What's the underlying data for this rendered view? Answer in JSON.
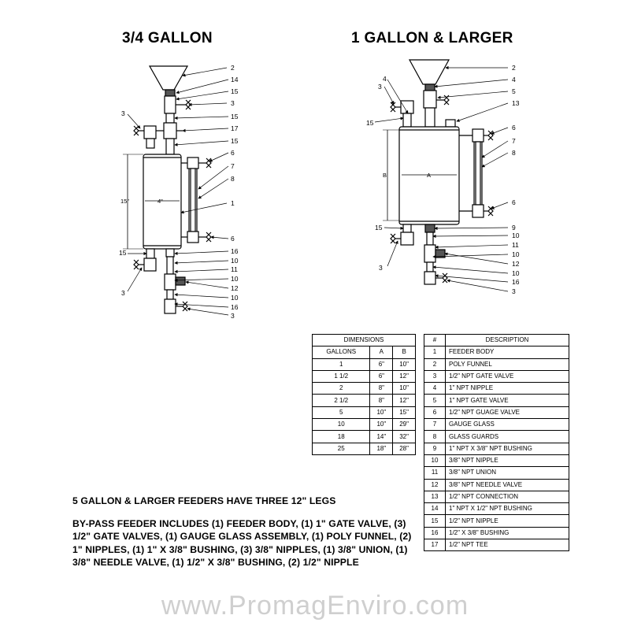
{
  "titles": {
    "left": "3/4 GALLON",
    "right": "1 GALLON & LARGER"
  },
  "left_callouts": [
    "2",
    "14",
    "15",
    "3",
    "15",
    "17",
    "15",
    "6",
    "7",
    "8",
    "1",
    "6",
    "16",
    "10",
    "11",
    "10",
    "12",
    "10",
    "16",
    "3",
    "3",
    "15",
    "3"
  ],
  "left_dims": {
    "height": "15\"",
    "width": "4\""
  },
  "right_callouts": [
    "2",
    "4",
    "5",
    "13",
    "4",
    "3",
    "15",
    "6",
    "7",
    "8",
    "6",
    "9",
    "10",
    "11",
    "10",
    "12",
    "10",
    "16",
    "3",
    "15",
    "3"
  ],
  "right_dims": {
    "height": "B",
    "width": "A"
  },
  "dimensions_table": {
    "title": "DIMENSIONS",
    "headers": [
      "GALLONS",
      "A",
      "B"
    ],
    "rows": [
      [
        "1",
        "6\"",
        "10\""
      ],
      [
        "1 1/2",
        "6\"",
        "12\""
      ],
      [
        "2",
        "8\"",
        "10\""
      ],
      [
        "2 1/2",
        "8\"",
        "12\""
      ],
      [
        "5",
        "10\"",
        "15\""
      ],
      [
        "10",
        "10\"",
        "29\""
      ],
      [
        "18",
        "14\"",
        "32\""
      ],
      [
        "25",
        "18\"",
        "28\""
      ]
    ]
  },
  "description_table": {
    "headers": [
      "#",
      "DESCRIPTION"
    ],
    "rows": [
      [
        "1",
        "FEEDER BODY"
      ],
      [
        "2",
        "POLY FUNNEL"
      ],
      [
        "3",
        "1/2\" NPT GATE VALVE"
      ],
      [
        "4",
        "1\" NPT NIPPLE"
      ],
      [
        "5",
        "1\" NPT GATE VALVE"
      ],
      [
        "6",
        "1/2\" NPT GUAGE VALVE"
      ],
      [
        "7",
        "GAUGE GLASS"
      ],
      [
        "8",
        "GLASS GUARDS"
      ],
      [
        "9",
        "1\" NPT X 3/8\" NPT BUSHING"
      ],
      [
        "10",
        "3/8\" NPT NIPPLE"
      ],
      [
        "11",
        "3/8\" NPT UNION"
      ],
      [
        "12",
        "3/8\" NPT NEEDLE VALVE"
      ],
      [
        "13",
        "1/2\" NPT CONNECTION"
      ],
      [
        "14",
        "1\" NPT X 1/2\" NPT BUSHING"
      ],
      [
        "15",
        "1/2\" NPT NIPPLE"
      ],
      [
        "16",
        "1/2\" X 3/8\" BUSHING"
      ],
      [
        "17",
        "1/2\" NPT TEE"
      ]
    ]
  },
  "notes": {
    "legs": "5 GALLON & LARGER FEEDERS HAVE THREE 12\" LEGS",
    "includes": "BY-PASS FEEDER INCLUDES (1) FEEDER BODY, (1) 1\" GATE VALVE, (3) 1/2\" GATE VALVES, (1) GAUGE GLASS ASSEMBLY, (1) POLY FUNNEL, (2) 1\" NIPPLES, (1) 1\" X 3/8\" BUSHING, (3) 3/8\" NIPPLES, (1) 3/8\" UNION, (1) 3/8\" NEEDLE VALVE, (1) 1/2\" X 3/8\" BUSHING, (2) 1/2\" NIPPLE"
  },
  "watermark": "www.PromagEnviro.com"
}
